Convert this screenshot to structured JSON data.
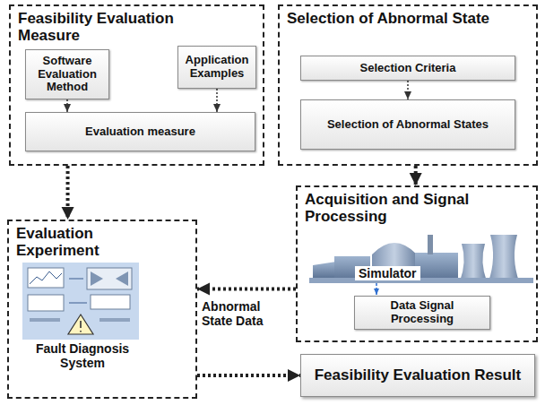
{
  "diagram": {
    "nodes": [
      {
        "text": [
          "Feasibility Evaluation Measure"
        ]
      },
      {
        "text": [
          "Software Evaluation Method"
        ],
        "in": 0
      },
      {
        "text": [
          "Application Examples"
        ],
        "in": 0
      },
      {
        "text": [
          "Evaluation measure"
        ],
        "in": 0
      },
      {
        "text": [
          "Selection of Abnormal State"
        ]
      },
      {
        "text": [
          "Selection Criteria"
        ],
        "in": 4
      },
      {
        "text": [
          "Selection of Abnormal States"
        ],
        "in": 4
      },
      {
        "text": [
          "Evaluation Experiment",
          "Fault Diagnosis System"
        ]
      },
      {
        "text": [
          "Acquisition and Signal Processing"
        ]
      },
      {
        "text": [
          "Data Signal Processing"
        ],
        "in": 8
      },
      {
        "text": [
          "Feasibility Evaluation Result"
        ]
      }
    ],
    "edges": [
      {
        "from": 1,
        "to": 3,
        "arrow": "to"
      },
      {
        "from": 2,
        "to": 3,
        "arrow": "to"
      },
      {
        "from": 5,
        "to": 6,
        "arrow": "to"
      },
      {
        "from": 0,
        "to": 7,
        "arrow": "to"
      },
      {
        "from": 4,
        "to": 8,
        "arrow": "to"
      },
      {
        "from": 8,
        "to": 7,
        "label": "Abnormal State Data",
        "arrow": "to"
      },
      {
        "from": 7,
        "to": 10,
        "arrow": "to"
      }
    ],
    "labels": [
      "Simulator"
    ]
  }
}
